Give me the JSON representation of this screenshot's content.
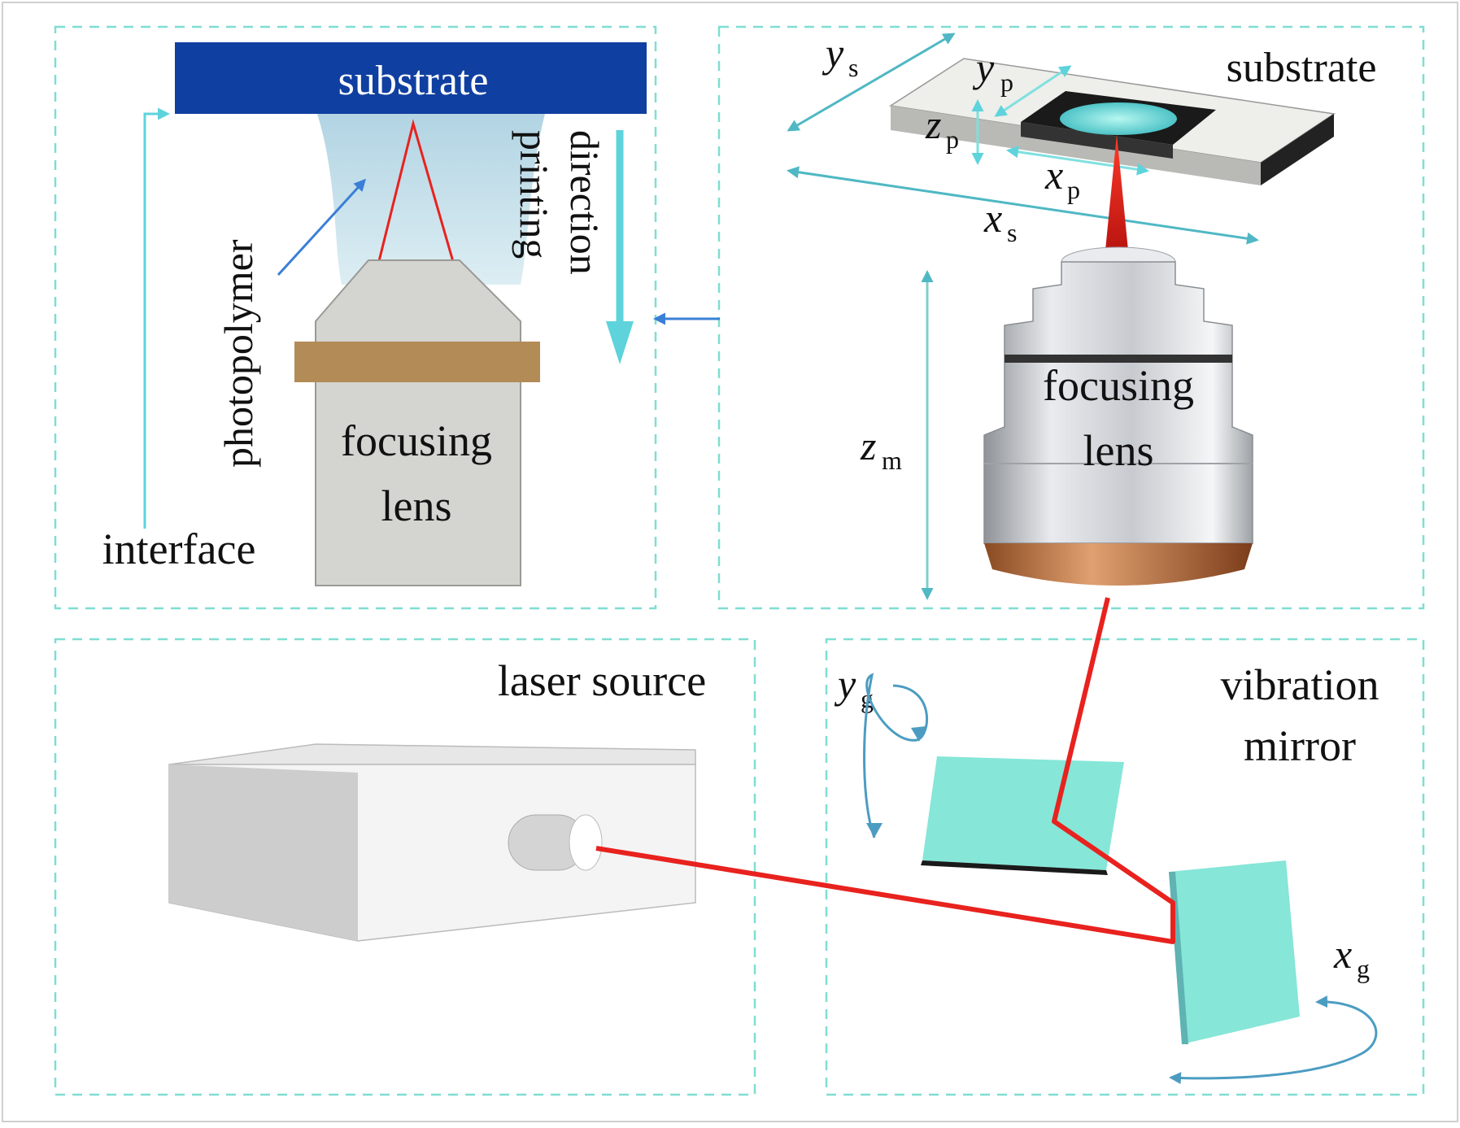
{
  "colors": {
    "panel_border": "#7fded2",
    "substrate_blue": "#0f3fa0",
    "beam_red": "#e8221e",
    "photopolymer": "#bfdde6",
    "lens_gray": "#d4d4d0",
    "lens_band": "#b38b56",
    "mirror": "#86e6d8",
    "arrow_cyan": "#5ed3dc",
    "arrow_blue": "#3a7fd6",
    "rotation_arrow": "#4c9cc2"
  },
  "inset": {
    "substrate_label": "substrate",
    "photopolymer_label": "photopolymer",
    "printing_direction_line1": "printing",
    "printing_direction_line2": "direction",
    "lens_line1": "focusing",
    "lens_line2": "lens",
    "interface_label": "interface"
  },
  "stage": {
    "substrate_label": "substrate",
    "lens_line1": "focusing",
    "lens_line2": "lens",
    "axes": {
      "ys": {
        "var": "y",
        "sub": "s"
      },
      "yp": {
        "var": "y",
        "sub": "p"
      },
      "zp": {
        "var": "z",
        "sub": "p"
      },
      "xp": {
        "var": "x",
        "sub": "p"
      },
      "xs": {
        "var": "x",
        "sub": "s"
      },
      "zm": {
        "var": "z",
        "sub": "m"
      }
    }
  },
  "laser": {
    "label": "laser source"
  },
  "mirror": {
    "label_line1": "vibration",
    "label_line2": "mirror",
    "yg": {
      "var": "y",
      "sub": "g"
    },
    "xg": {
      "var": "x",
      "sub": "g"
    }
  }
}
